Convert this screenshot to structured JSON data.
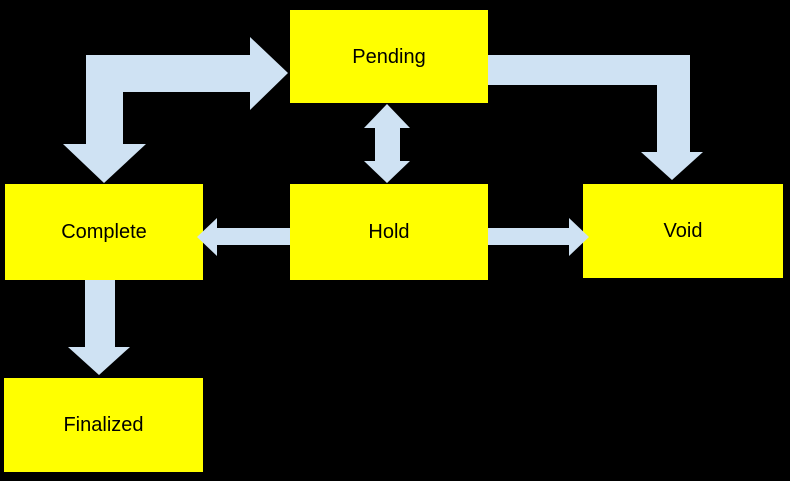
{
  "diagram": {
    "background_color": "#000000",
    "node_fill_color": "#FFFF00",
    "node_text_color": "#000000",
    "arrow_color": "#CFE2F3",
    "nodes": [
      {
        "id": "pending",
        "label": "Pending"
      },
      {
        "id": "complete",
        "label": "Complete"
      },
      {
        "id": "hold",
        "label": "Hold"
      },
      {
        "id": "void",
        "label": "Void"
      },
      {
        "id": "finalized",
        "label": "Finalized"
      }
    ],
    "edges": [
      {
        "from": "complete",
        "to": "pending",
        "direction": "bidirectional",
        "style": "elbow-block-arrow"
      },
      {
        "from": "pending",
        "to": "hold",
        "direction": "bidirectional",
        "style": "straight-block-arrow"
      },
      {
        "from": "pending",
        "to": "void",
        "direction": "one-way",
        "style": "elbow-block-arrow"
      },
      {
        "from": "hold",
        "to": "complete",
        "direction": "one-way",
        "style": "straight-block-arrow"
      },
      {
        "from": "hold",
        "to": "void",
        "direction": "one-way",
        "style": "straight-block-arrow"
      },
      {
        "from": "complete",
        "to": "finalized",
        "direction": "one-way",
        "style": "straight-block-arrow"
      }
    ]
  }
}
